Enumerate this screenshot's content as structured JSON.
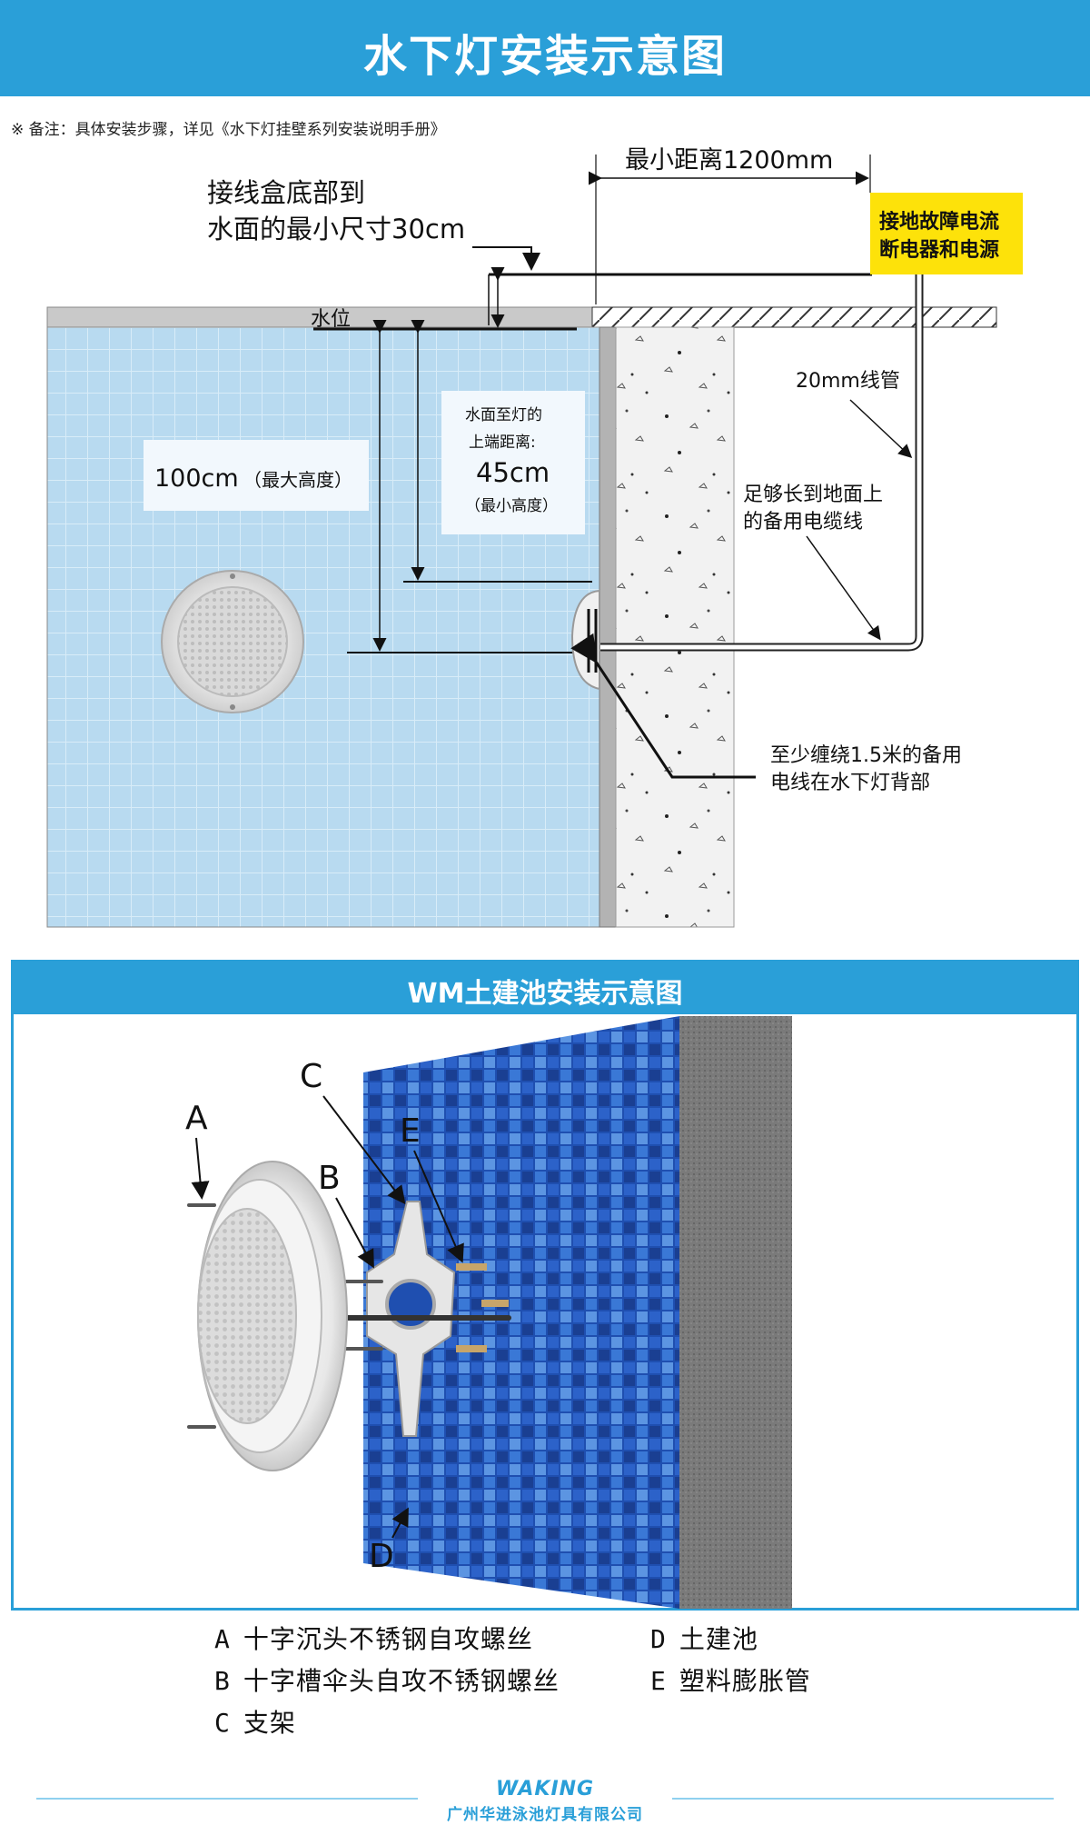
{
  "header": {
    "title": "水下灯安装示意图"
  },
  "note": "※ 备注：具体安装步骤，详见《水下灯挂壁系列安装说明手册》",
  "diagram1": {
    "min_distance": "最小距离1200mm",
    "junction_box_line1": "接线盒底部到",
    "junction_box_line2": "水面的最小尺寸30cm",
    "breaker_line1": "接地故障电流",
    "breaker_line2": "断电器和电源",
    "water_level": "水位",
    "max_height": "100cm",
    "max_height_note": "（最大高度）",
    "surface_to_light_line1": "水面至灯的",
    "surface_to_light_line2": "上端距离:",
    "surface_to_light_value": "45cm",
    "surface_to_light_note": "（最小高度）",
    "conduit": "20mm线管",
    "spare_cable_line1": "足够长到地面上",
    "spare_cable_line2": "的备用电缆线",
    "coil_line1": "至少缠绕1.5米的备用",
    "coil_line2": "电线在水下灯背部"
  },
  "section2": {
    "title": "WM土建池安装示意图",
    "letters": {
      "a": "A",
      "b": "B",
      "c": "C",
      "d": "D",
      "e": "E"
    }
  },
  "legend": [
    {
      "key": "A",
      "text": "十字沉头不锈钢自攻螺丝"
    },
    {
      "key": "B",
      "text": "十字槽伞头自攻不锈钢螺丝"
    },
    {
      "key": "C",
      "text": "支架"
    },
    {
      "key": "D",
      "text": "土建池"
    },
    {
      "key": "E",
      "text": "塑料膨胀管"
    }
  ],
  "footer": {
    "logo": "WAKING",
    "company": "广州华进泳池灯具有限公司"
  },
  "colors": {
    "brand_blue": "#2a9fd8",
    "pool_water": "#b8daf0",
    "breaker_yellow": "#fde20a",
    "tile_blue": "#2c62c9"
  }
}
